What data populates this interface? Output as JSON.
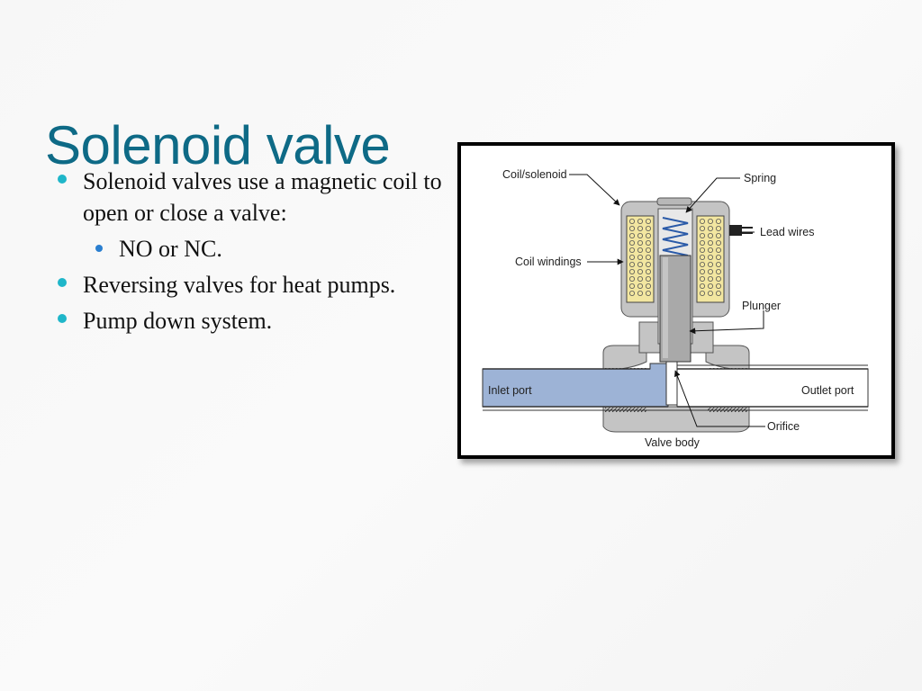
{
  "slide": {
    "title": "Solenoid valve",
    "bullets": [
      {
        "level": 1,
        "text": "Solenoid valves use a magnetic coil to open or close a valve:"
      },
      {
        "level": 2,
        "text": "NO or NC."
      },
      {
        "level": 1,
        "text": "Reversing valves for heat pumps."
      },
      {
        "level": 1,
        "text": "Pump down system."
      }
    ]
  },
  "figure": {
    "labels": {
      "coil_solenoid": "Coil/solenoid",
      "spring": "Spring",
      "lead_wires": "Lead wires",
      "coil_windings": "Coil windings",
      "plunger": "Plunger",
      "inlet_port": "Inlet port",
      "outlet_port": "Outlet port",
      "orifice": "Orifice",
      "valve_body": "Valve body"
    }
  },
  "colors": {
    "title": "#0e6a86",
    "bullet_level1": "#1fb6c9",
    "bullet_level2": "#2a7fd0",
    "inlet_fluid": "#9db3d6",
    "coil_winding": "#f2e6a0",
    "body_gray": "#c4c4c4"
  }
}
